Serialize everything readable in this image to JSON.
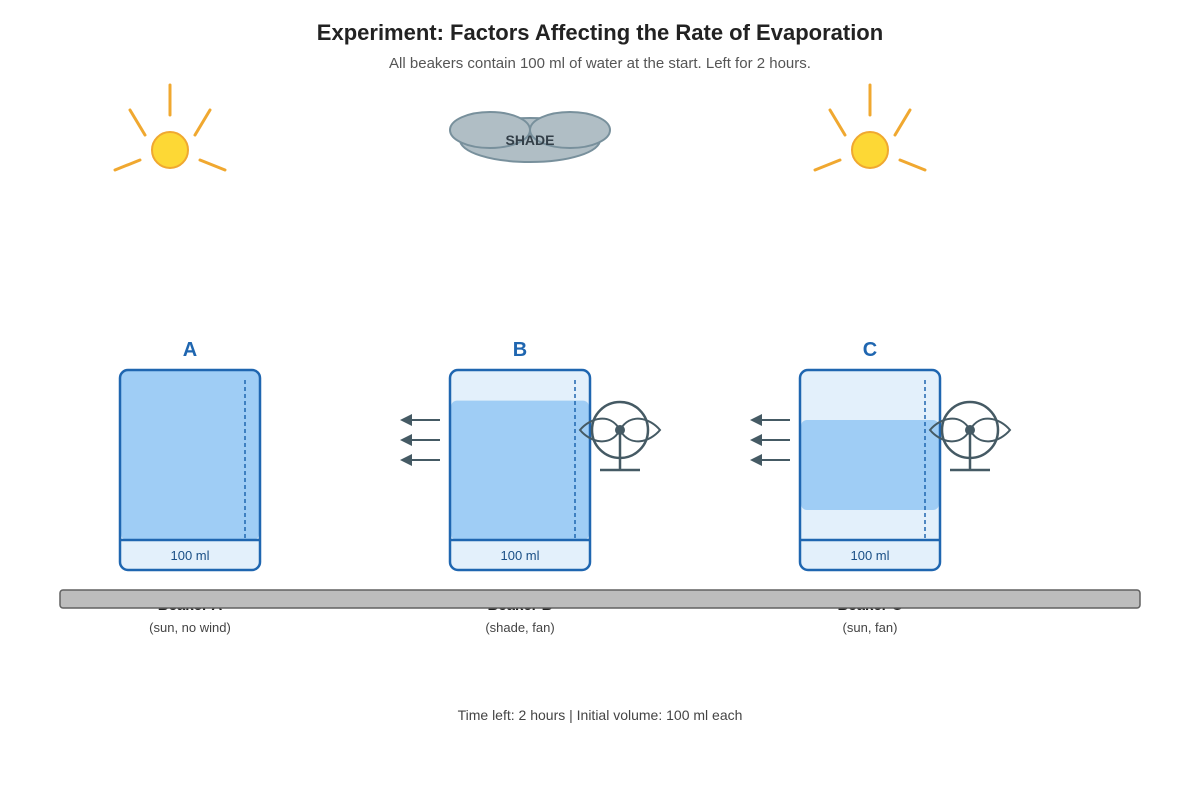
{
  "title": "Experiment: Factors Affecting the Rate of Evaporation",
  "subtitle": "All beakers contain 100 ml of water at the start. Left for 2 hours.",
  "footer": "Time left: 2 hours | Initial volume: 100 ml each",
  "shade_label": "SHADE",
  "colors": {
    "sun_fill": "#fdd835",
    "sun_ray": "#f0a830",
    "cloud": "#b0bec5",
    "beaker_outline": "#1f66b0",
    "beaker_bg": "#e3f0fb",
    "water": "#9fcdf5",
    "fan": "#455a64",
    "table": "#bdbdbd"
  },
  "beakers": [
    {
      "letter": "A",
      "volume_label": "100 ml",
      "name": "Beaker A",
      "condition": "(sun, no wind)",
      "light": "sun",
      "fan": false,
      "water_level": 1.0,
      "icon": "sun-icon"
    },
    {
      "letter": "B",
      "volume_label": "100 ml",
      "name": "Beaker B",
      "condition": "(shade, fan)",
      "light": "shade",
      "fan": true,
      "water_level": 0.82,
      "icon": "cloud-icon"
    },
    {
      "letter": "C",
      "volume_label": "100 ml",
      "name": "Beaker C",
      "condition": "(sun, fan)",
      "light": "sun",
      "fan": true,
      "water_level": 0.53,
      "icon": "sun-icon"
    }
  ]
}
